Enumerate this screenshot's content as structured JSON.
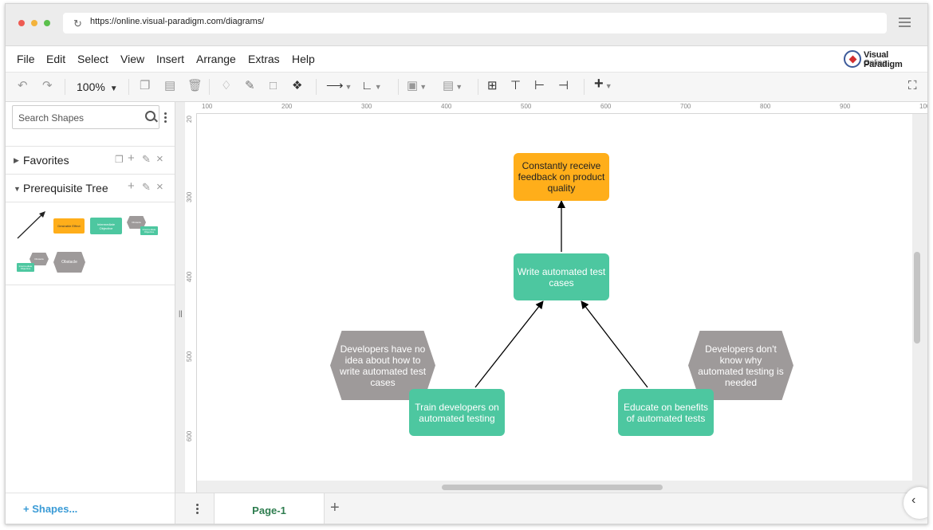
{
  "browser": {
    "url": "https://online.visual-paradigm.com/diagrams/"
  },
  "menu": {
    "items": [
      "File",
      "Edit",
      "Select",
      "View",
      "Insert",
      "Arrange",
      "Extras",
      "Help"
    ],
    "logo_line1": "Visual Paradigm",
    "logo_line2": "Online"
  },
  "toolbar": {
    "zoom": "100%"
  },
  "sidebar": {
    "search_placeholder": "Search Shapes",
    "sections": [
      {
        "title": "Favorites"
      },
      {
        "title": "Prerequisite Tree"
      }
    ],
    "palette_labels": {
      "desirable": "Desirable Effect",
      "intermediate": "Intermediate Objective",
      "obstacle": "Obstacle"
    },
    "shapes_link": "Shapes..."
  },
  "ruler": {
    "h": [
      "100",
      "200",
      "300",
      "400",
      "500",
      "600",
      "700",
      "800",
      "900",
      "100"
    ],
    "v": [
      "20",
      "300",
      "400",
      "500",
      "600"
    ]
  },
  "pages": {
    "tab": "Page-1"
  },
  "diagram": {
    "nodes": {
      "goal": "Constantly receive feedback on product quality",
      "write": "Write automated test cases",
      "obstacle_left": "Developers have no idea about how to write automated test cases",
      "train": "Train developers on automated testing",
      "obstacle_right": "Developers don't know why automated testing is needed",
      "educate": "Educate on benefits of automated tests"
    },
    "colors": {
      "objective": "#4dc7a0",
      "goal": "#ffae1a",
      "obstacle": "#9e9a9a"
    }
  }
}
